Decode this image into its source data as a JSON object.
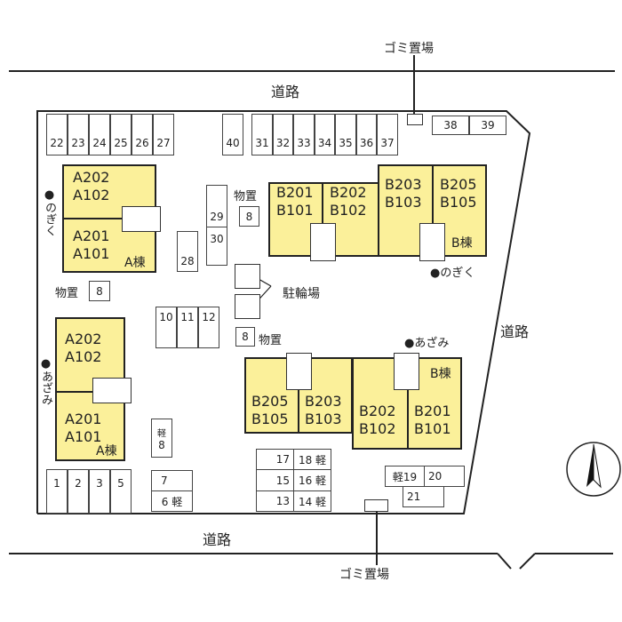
{
  "roads": {
    "top": "道路",
    "right": "道路",
    "bottom": "道路"
  },
  "garbage": {
    "top": "ゴミ置場",
    "bottom": "ゴミ置場"
  },
  "parking_top_left": [
    "22",
    "23",
    "24",
    "25",
    "26",
    "27"
  ],
  "parking_40": "40",
  "parking_top_mid": [
    "31",
    "32",
    "33",
    "34",
    "35",
    "36",
    "37"
  ],
  "parking_top_right": [
    "38",
    "39"
  ],
  "building_a_top": {
    "upper": [
      "A202",
      "A102"
    ],
    "lower": [
      "A201",
      "A101"
    ],
    "label": "A棟",
    "entrance_label": "●のぎく"
  },
  "building_a_bottom": {
    "upper": [
      "A202",
      "A102"
    ],
    "lower": [
      "A201",
      "A101"
    ],
    "label": "A棟",
    "entrance_label": "●あざみ"
  },
  "building_b_top": {
    "units": [
      [
        "B201",
        "B101"
      ],
      [
        "B202",
        "B102"
      ],
      [
        "B203",
        "B103"
      ],
      [
        "B205",
        "B105"
      ]
    ],
    "label": "B棟",
    "entrance_label": "●のぎく"
  },
  "building_b_bottom": {
    "units": [
      [
        "B205",
        "B105"
      ],
      [
        "B203",
        "B103"
      ],
      [
        "B202",
        "B102"
      ],
      [
        "B201",
        "B101"
      ]
    ],
    "label": "B棟",
    "entrance_label": "●あざみ"
  },
  "storage": {
    "label": "物置",
    "number": "8"
  },
  "bike_parking": "駐輪場",
  "parking_misc": {
    "p28": "28",
    "p29": "29",
    "p30": "30",
    "p10": "10",
    "p11": "11",
    "p12": "12",
    "kei8_top": "軽",
    "kei8_num": "8",
    "p7": "7",
    "p6": "6 軽",
    "bottom_left": [
      "1",
      "2",
      "3",
      "5"
    ],
    "grid": [
      [
        "17",
        "18 軽"
      ],
      [
        "15",
        "16 軽"
      ],
      [
        "13",
        "14 軽"
      ]
    ],
    "p19": "軽19",
    "p20": "20",
    "p21": "21"
  }
}
